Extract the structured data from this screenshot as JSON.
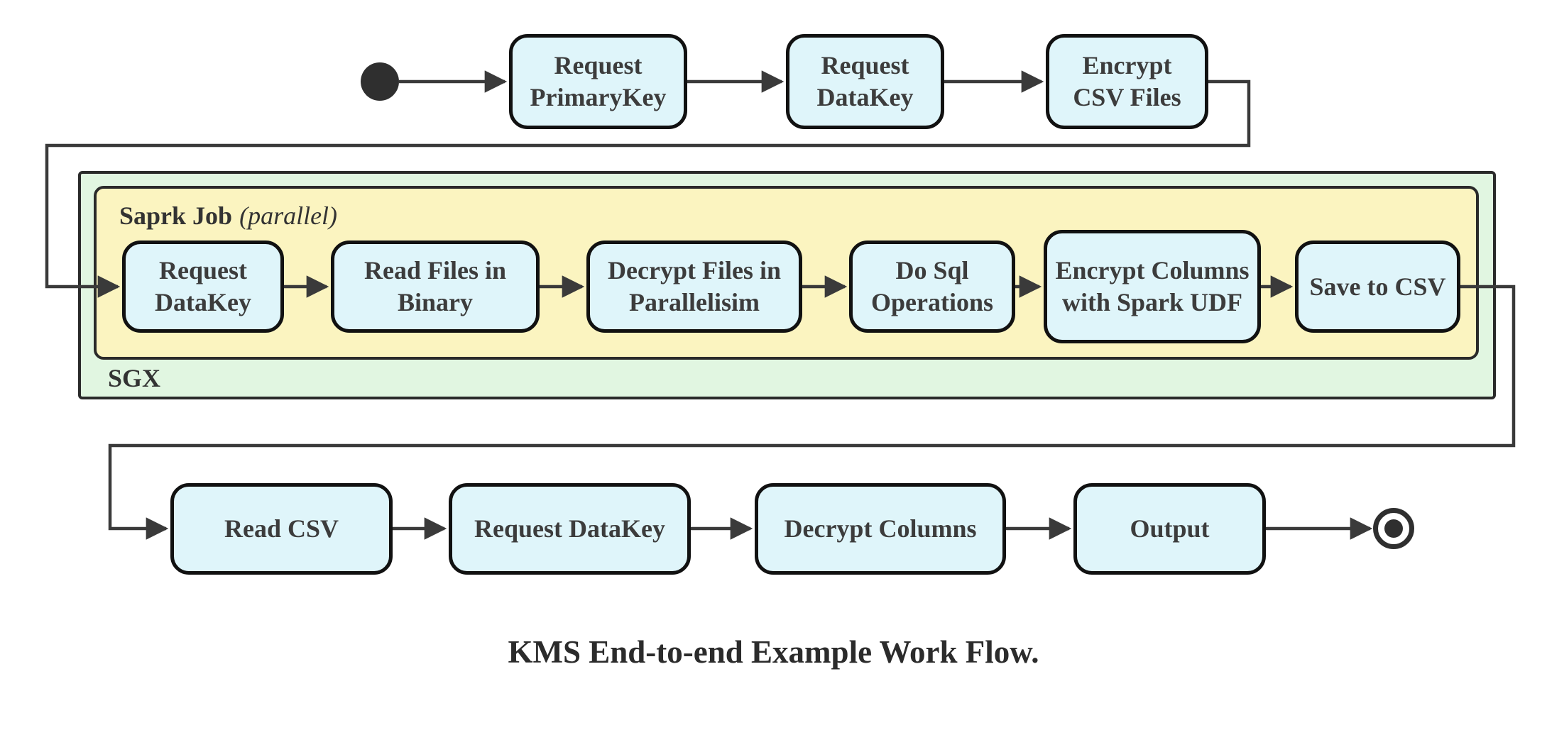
{
  "diagram": {
    "caption": "KMS End-to-end Example Work Flow.",
    "colors": {
      "activity_fill": "#dff5fa",
      "activity_border": "#111111",
      "activity_text": "#3c3c3c",
      "sgx_fill": "#e1f6e1",
      "spark_fill": "#fbf4c0",
      "container_border": "#2a2a2a",
      "container_text": "#333333",
      "connector": "#3a3a3a",
      "terminal": "#2f2f2f",
      "caption_color": "#2b2b2b",
      "background": "#ffffff"
    },
    "top_row": {
      "nodes": [
        {
          "label": "Request PrimaryKey"
        },
        {
          "label": "Request DataKey"
        },
        {
          "label": "Encrypt CSV Files"
        }
      ]
    },
    "sgx_container": {
      "label": "SGX"
    },
    "spark_container": {
      "label_bold": "Saprk Job",
      "label_italic": "(parallel)"
    },
    "middle_row": {
      "nodes": [
        {
          "label": "Request DataKey"
        },
        {
          "label": "Read Files in Binary"
        },
        {
          "label": "Decrypt Files in Parallelisim"
        },
        {
          "label": "Do Sql Operations"
        },
        {
          "label": "Encrypt Columns with Spark UDF"
        },
        {
          "label": "Save to CSV"
        }
      ]
    },
    "bottom_row": {
      "nodes": [
        {
          "label": "Read CSV"
        },
        {
          "label": "Request DataKey"
        },
        {
          "label": "Decrypt Columns"
        },
        {
          "label": "Output"
        }
      ]
    }
  }
}
